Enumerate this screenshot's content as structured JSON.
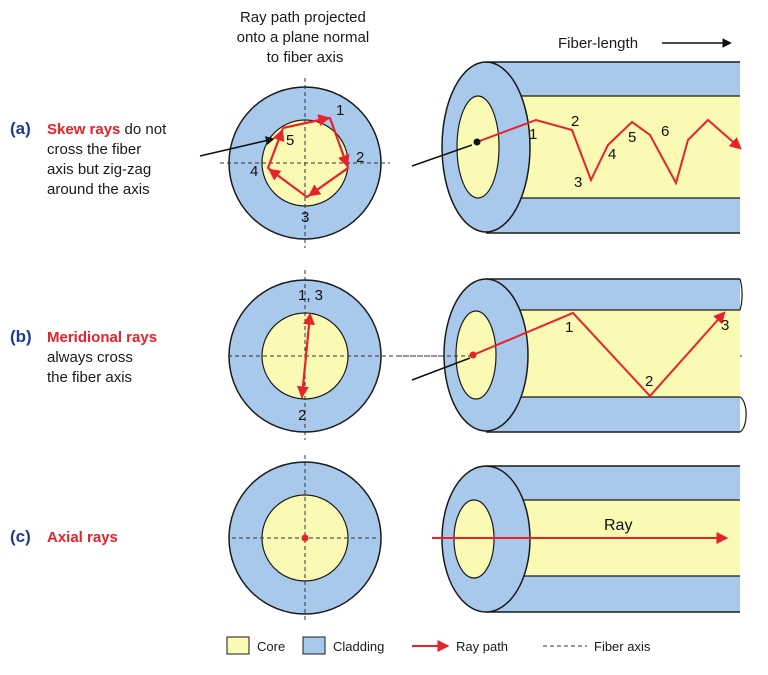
{
  "header": {
    "projection_title": [
      "Ray path projected",
      "onto a plane normal",
      "to fiber axis"
    ],
    "fiber_length": "Fiber-length"
  },
  "colors": {
    "core": "#fafab4",
    "cladding": "#a9c9ec",
    "ray": "#e8212a",
    "outline": "#1a1a1a",
    "tag": "#1f3a93"
  },
  "rows": [
    {
      "tag": "(a)",
      "name": "Skew rays",
      "desc": [
        " do not",
        "cross the fiber",
        "axis but zig-zag",
        "around the axis"
      ],
      "cross_labels": [
        "1",
        "2",
        "3",
        "4",
        "5"
      ],
      "fiber_labels": [
        "1",
        "2",
        "3",
        "4",
        "5",
        "6"
      ]
    },
    {
      "tag": "(b)",
      "name": "Meridional rays",
      "desc": [
        "always cross",
        "the fiber axis"
      ],
      "cross_labels": [
        "1, 3",
        "2"
      ],
      "fiber_labels": [
        "1",
        "2",
        "3"
      ]
    },
    {
      "tag": "(c)",
      "name": "Axial rays",
      "desc": [],
      "fiber_labels": [
        "Ray"
      ]
    }
  ],
  "legend": {
    "core": "Core",
    "cladding": "Cladding",
    "ray_path": "Ray path",
    "fiber_axis": "Fiber axis"
  }
}
